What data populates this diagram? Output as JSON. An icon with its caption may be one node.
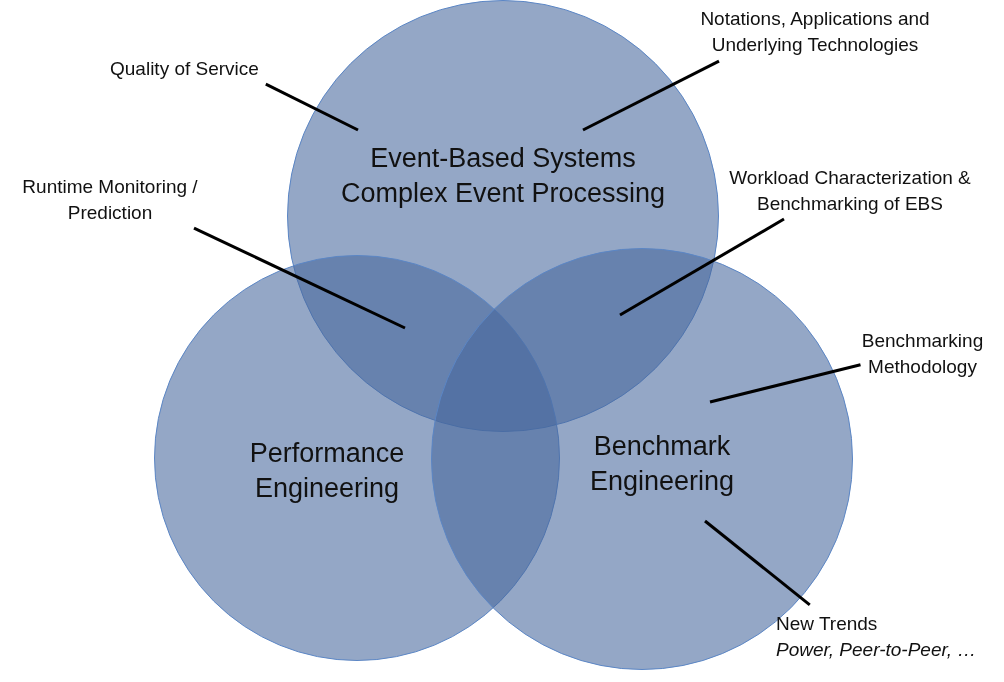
{
  "diagram": {
    "nodes": [
      {
        "text": [
          "Event-Based Systems Complex Event Processing"
        ]
      },
      {
        "text": [
          "Performance Engineering"
        ]
      },
      {
        "text": [
          "Benchmark Engineering"
        ]
      },
      {
        "text": [
          "Quality of Service"
        ]
      },
      {
        "text": [
          "Notations, Applications and Underlying Technologies"
        ]
      },
      {
        "text": [
          "Runtime Monitoring / Prediction"
        ]
      },
      {
        "text": [
          "Workload Characterization & Benchmarking of EBS"
        ]
      },
      {
        "text": [
          "Benchmarking Methodology"
        ]
      },
      {
        "text": [
          "New Trends",
          "Power, Peer-to-Peer, …"
        ]
      }
    ],
    "edges": [
      {
        "from": 3,
        "to": 0,
        "arrow": "none"
      },
      {
        "from": 4,
        "to": 0,
        "arrow": "none"
      },
      {
        "from": 5,
        "to": 1,
        "arrow": "none"
      },
      {
        "from": 6,
        "to": 2,
        "arrow": "none"
      },
      {
        "from": 7,
        "to": 2,
        "arrow": "none"
      },
      {
        "from": 8,
        "to": 2,
        "arrow": "none"
      }
    ]
  }
}
